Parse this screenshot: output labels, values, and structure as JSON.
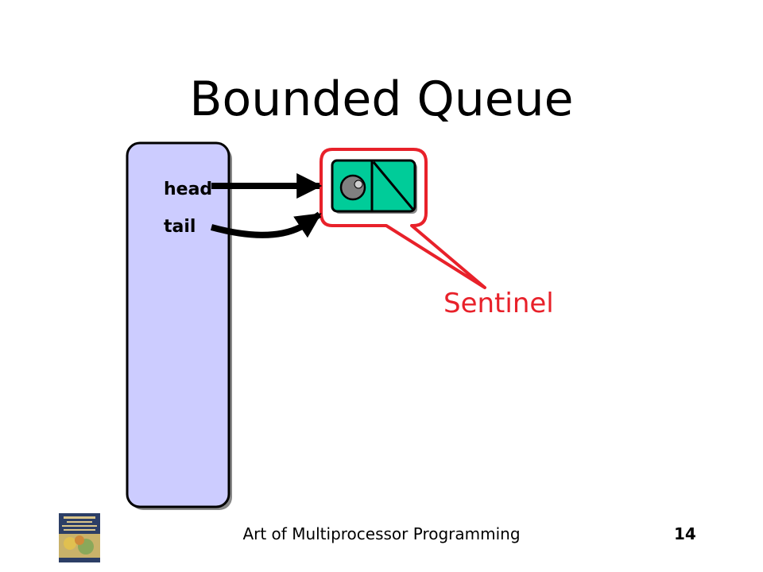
{
  "slide": {
    "title": "Bounded Queue",
    "fields": {
      "head": "head",
      "tail": "tail"
    },
    "callout": "Sentinel",
    "footer": "Art of Multiprocessor Programming",
    "page_number": "14"
  },
  "colors": {
    "queue_object_fill": "#ccccff",
    "node_fill": "#00cc99",
    "callout": "#e8212a",
    "arrow": "#000000"
  },
  "icons": [
    "book-cover-icon"
  ]
}
